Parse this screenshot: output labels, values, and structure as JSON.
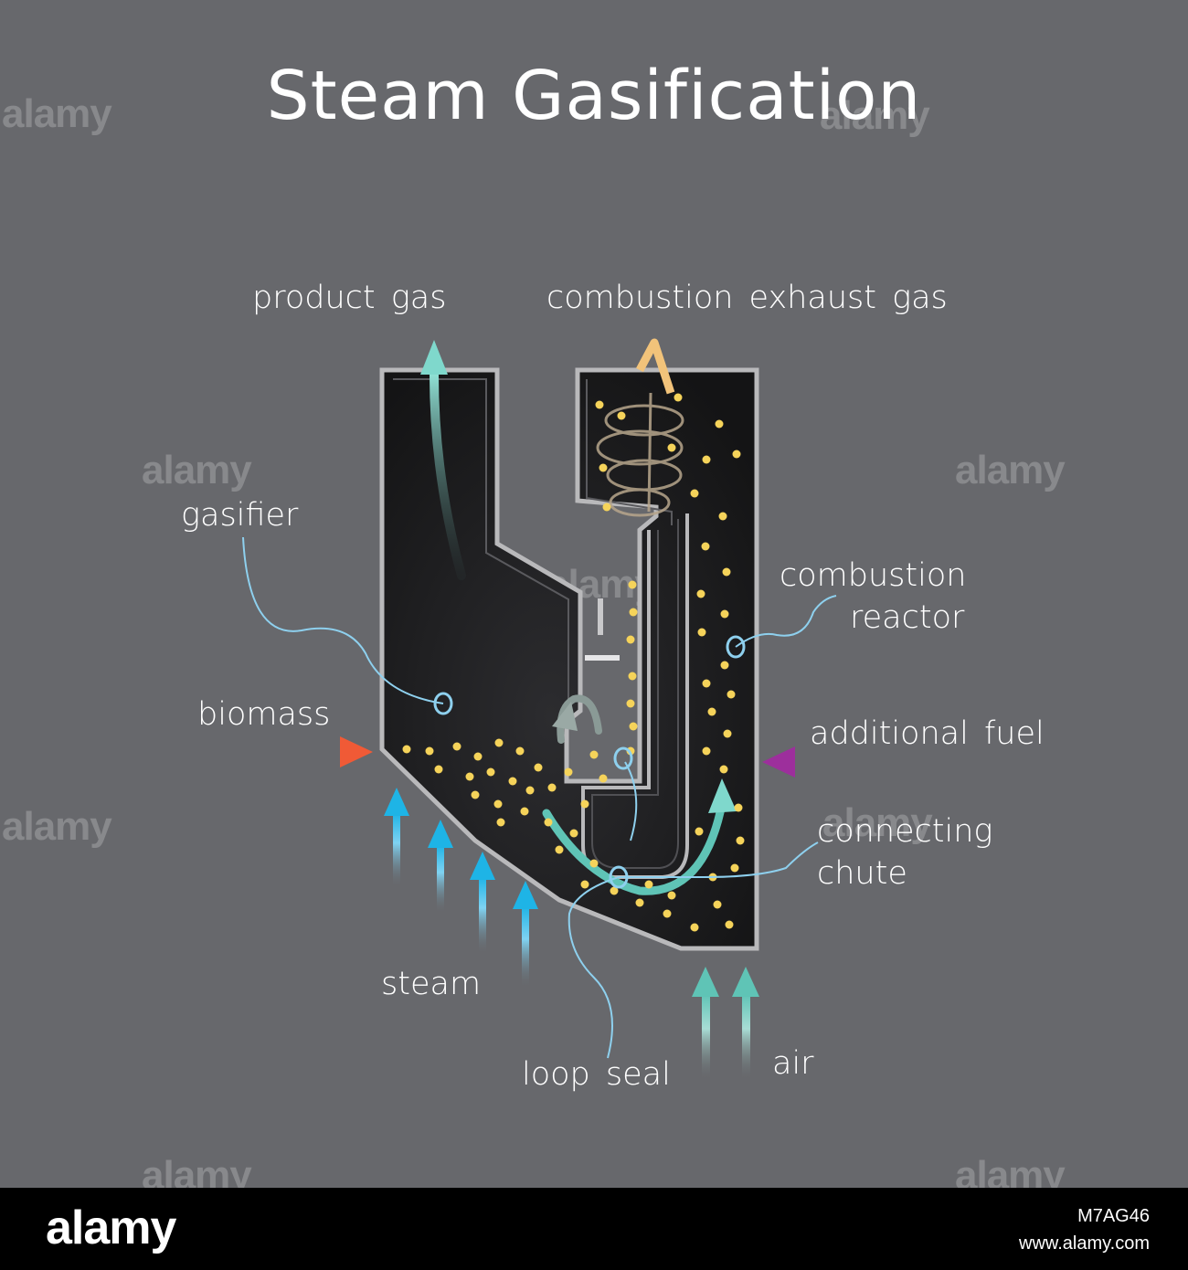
{
  "title": "Steam Gasification",
  "labels": {
    "product_gas": "product  gas",
    "combustion_exhaust_gas": "combustion  exhaust  gas",
    "gasifier": "gasifier",
    "combustion_reactor_line1": "combustion",
    "combustion_reactor_line2": "reactor",
    "biomass": "biomass",
    "additional_fuel": "additional  fuel",
    "connecting_chute_line1": "connecting",
    "connecting_chute_line2": "chute",
    "steam": "steam",
    "loop_seal": "loop  seal",
    "air": "air"
  },
  "watermark": "alamy",
  "footer": {
    "logo": "alamy",
    "image_id": "M7AG46",
    "url": "www.alamy.com"
  },
  "colors": {
    "background": "#67686c",
    "vessel_fill": "#1f1f21",
    "vessel_outline": "#b9b9bb",
    "particle": "#f5d35a",
    "steam_arrow": "#1eb4e6",
    "air_arrow": "#6fc7b9",
    "biomass_arrow": "#f06436",
    "additional_fuel_arrow": "#a0319a",
    "exhaust_arrow": "#f2c37a",
    "pointer_line": "#8ed0ee"
  }
}
